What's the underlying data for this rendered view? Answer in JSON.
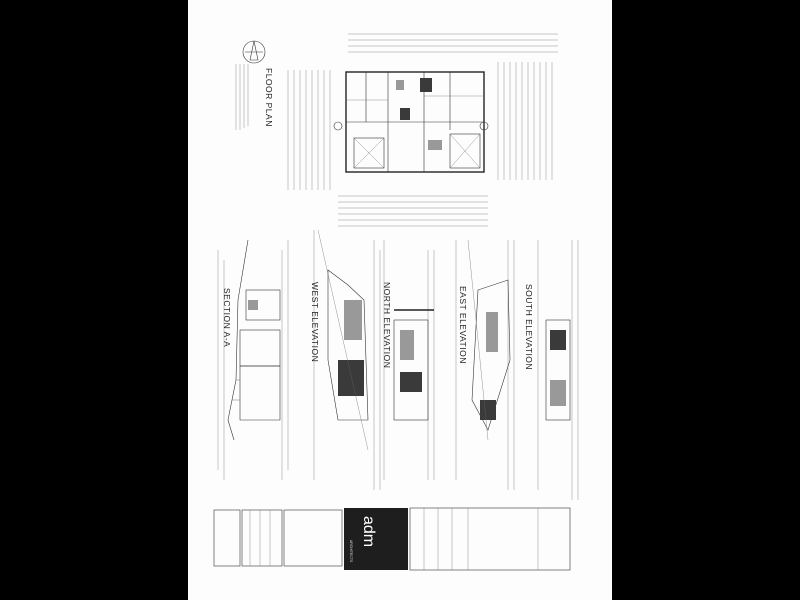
{
  "sheet": {
    "floor_plan_title": "FLOOR PLAN",
    "section_title": "SECTION A-A",
    "west_title": "WEST ELEVATION",
    "north_title": "NORTH ELEVATION",
    "east_title": "EAST ELEVATION",
    "south_title": "SOUTH ELEVATION",
    "logo_text": "adm",
    "logo_sub": "ARCHITECTS"
  }
}
